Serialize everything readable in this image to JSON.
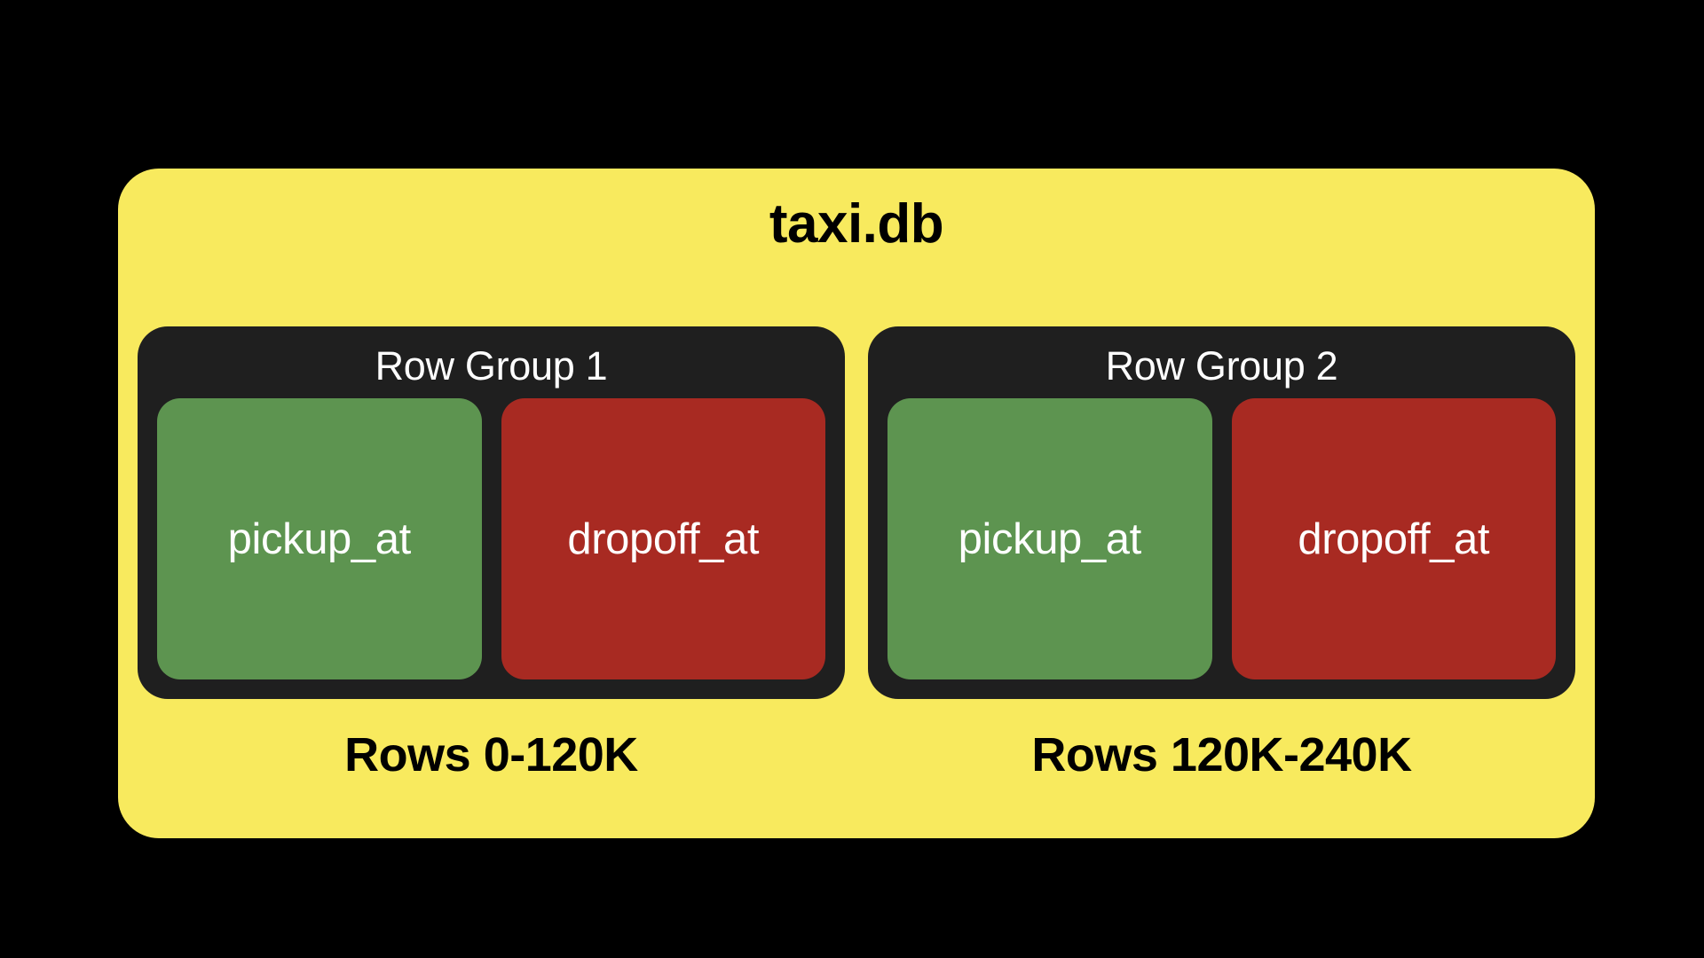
{
  "database": {
    "title": "taxi.db",
    "background_color": "#F8EA5E",
    "title_color": "#000000"
  },
  "theme": {
    "page_background": "#000000",
    "rowgroup_background": "#1F1F1F",
    "rowgroup_title_color": "#FFFFFF",
    "column_green": "#5D9450",
    "column_red": "#A82A22",
    "column_label_color": "#FFFFFF"
  },
  "row_groups": [
    {
      "title": "Row Group 1",
      "footer": "Rows 0-120K",
      "columns": [
        {
          "label": "pickup_at",
          "color_role": "green"
        },
        {
          "label": "dropoff_at",
          "color_role": "red"
        }
      ]
    },
    {
      "title": "Row Group 2",
      "footer": "Rows 120K-240K",
      "columns": [
        {
          "label": "pickup_at",
          "color_role": "green"
        },
        {
          "label": "dropoff_at",
          "color_role": "red"
        }
      ]
    }
  ]
}
